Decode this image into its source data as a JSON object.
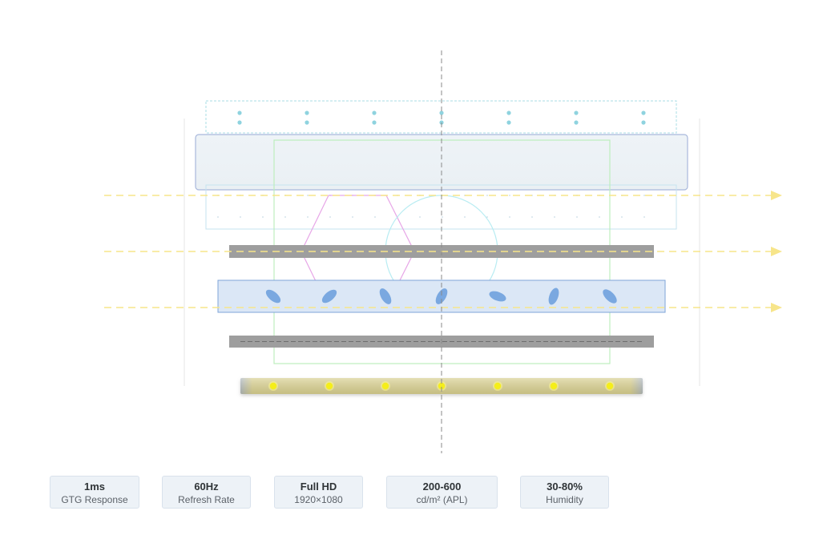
{
  "specs": [
    {
      "value": "1ms",
      "label": "GTG Response"
    },
    {
      "value": "60Hz",
      "label": "Refresh Rate"
    },
    {
      "value": "Full HD",
      "label": "1920×1080"
    },
    {
      "value": "200-600",
      "label": "cd/m² (APL)"
    },
    {
      "value": "30-80%",
      "label": "Humidity"
    }
  ],
  "colors": {
    "light_arrow": "#f7e58a",
    "backlight_led": "#f5ee1a",
    "lc_molecule": "#7aa8e0",
    "polarizer": "#9e9e9e",
    "center_axis": "#8a8a8a",
    "spacer_dot": "#8fd3df",
    "pixel_frame": "#b7efb7",
    "hexagon": "#e7a6e7",
    "circle": "#aeeaf0"
  },
  "diagram": {
    "layers": [
      "spacer-layer",
      "cover-glass",
      "grid-layer",
      "front-polarizer",
      "liquid-crystal-layer",
      "rear-polarizer",
      "led-backlight"
    ],
    "light_arrow_count": 3,
    "led_count": 7,
    "lc_molecule_count": 7,
    "spacer_column_count": 7
  }
}
